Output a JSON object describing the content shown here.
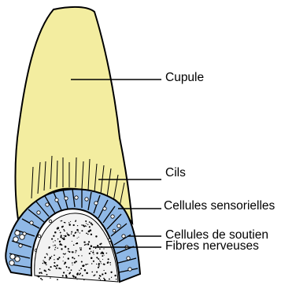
{
  "labels": {
    "cupule": "Cupule",
    "cils": "Cils",
    "cellules_sensorielles": "Cellules sensorielles",
    "cellules_soutien": "Cellules de soutien",
    "fibres_nerveuses": "Fibres nerveuses"
  },
  "colors": {
    "cupule_fill": "#f3eda0",
    "cell_fill": "#8fb8e6",
    "outline": "#000000",
    "background": "#ffffff"
  }
}
